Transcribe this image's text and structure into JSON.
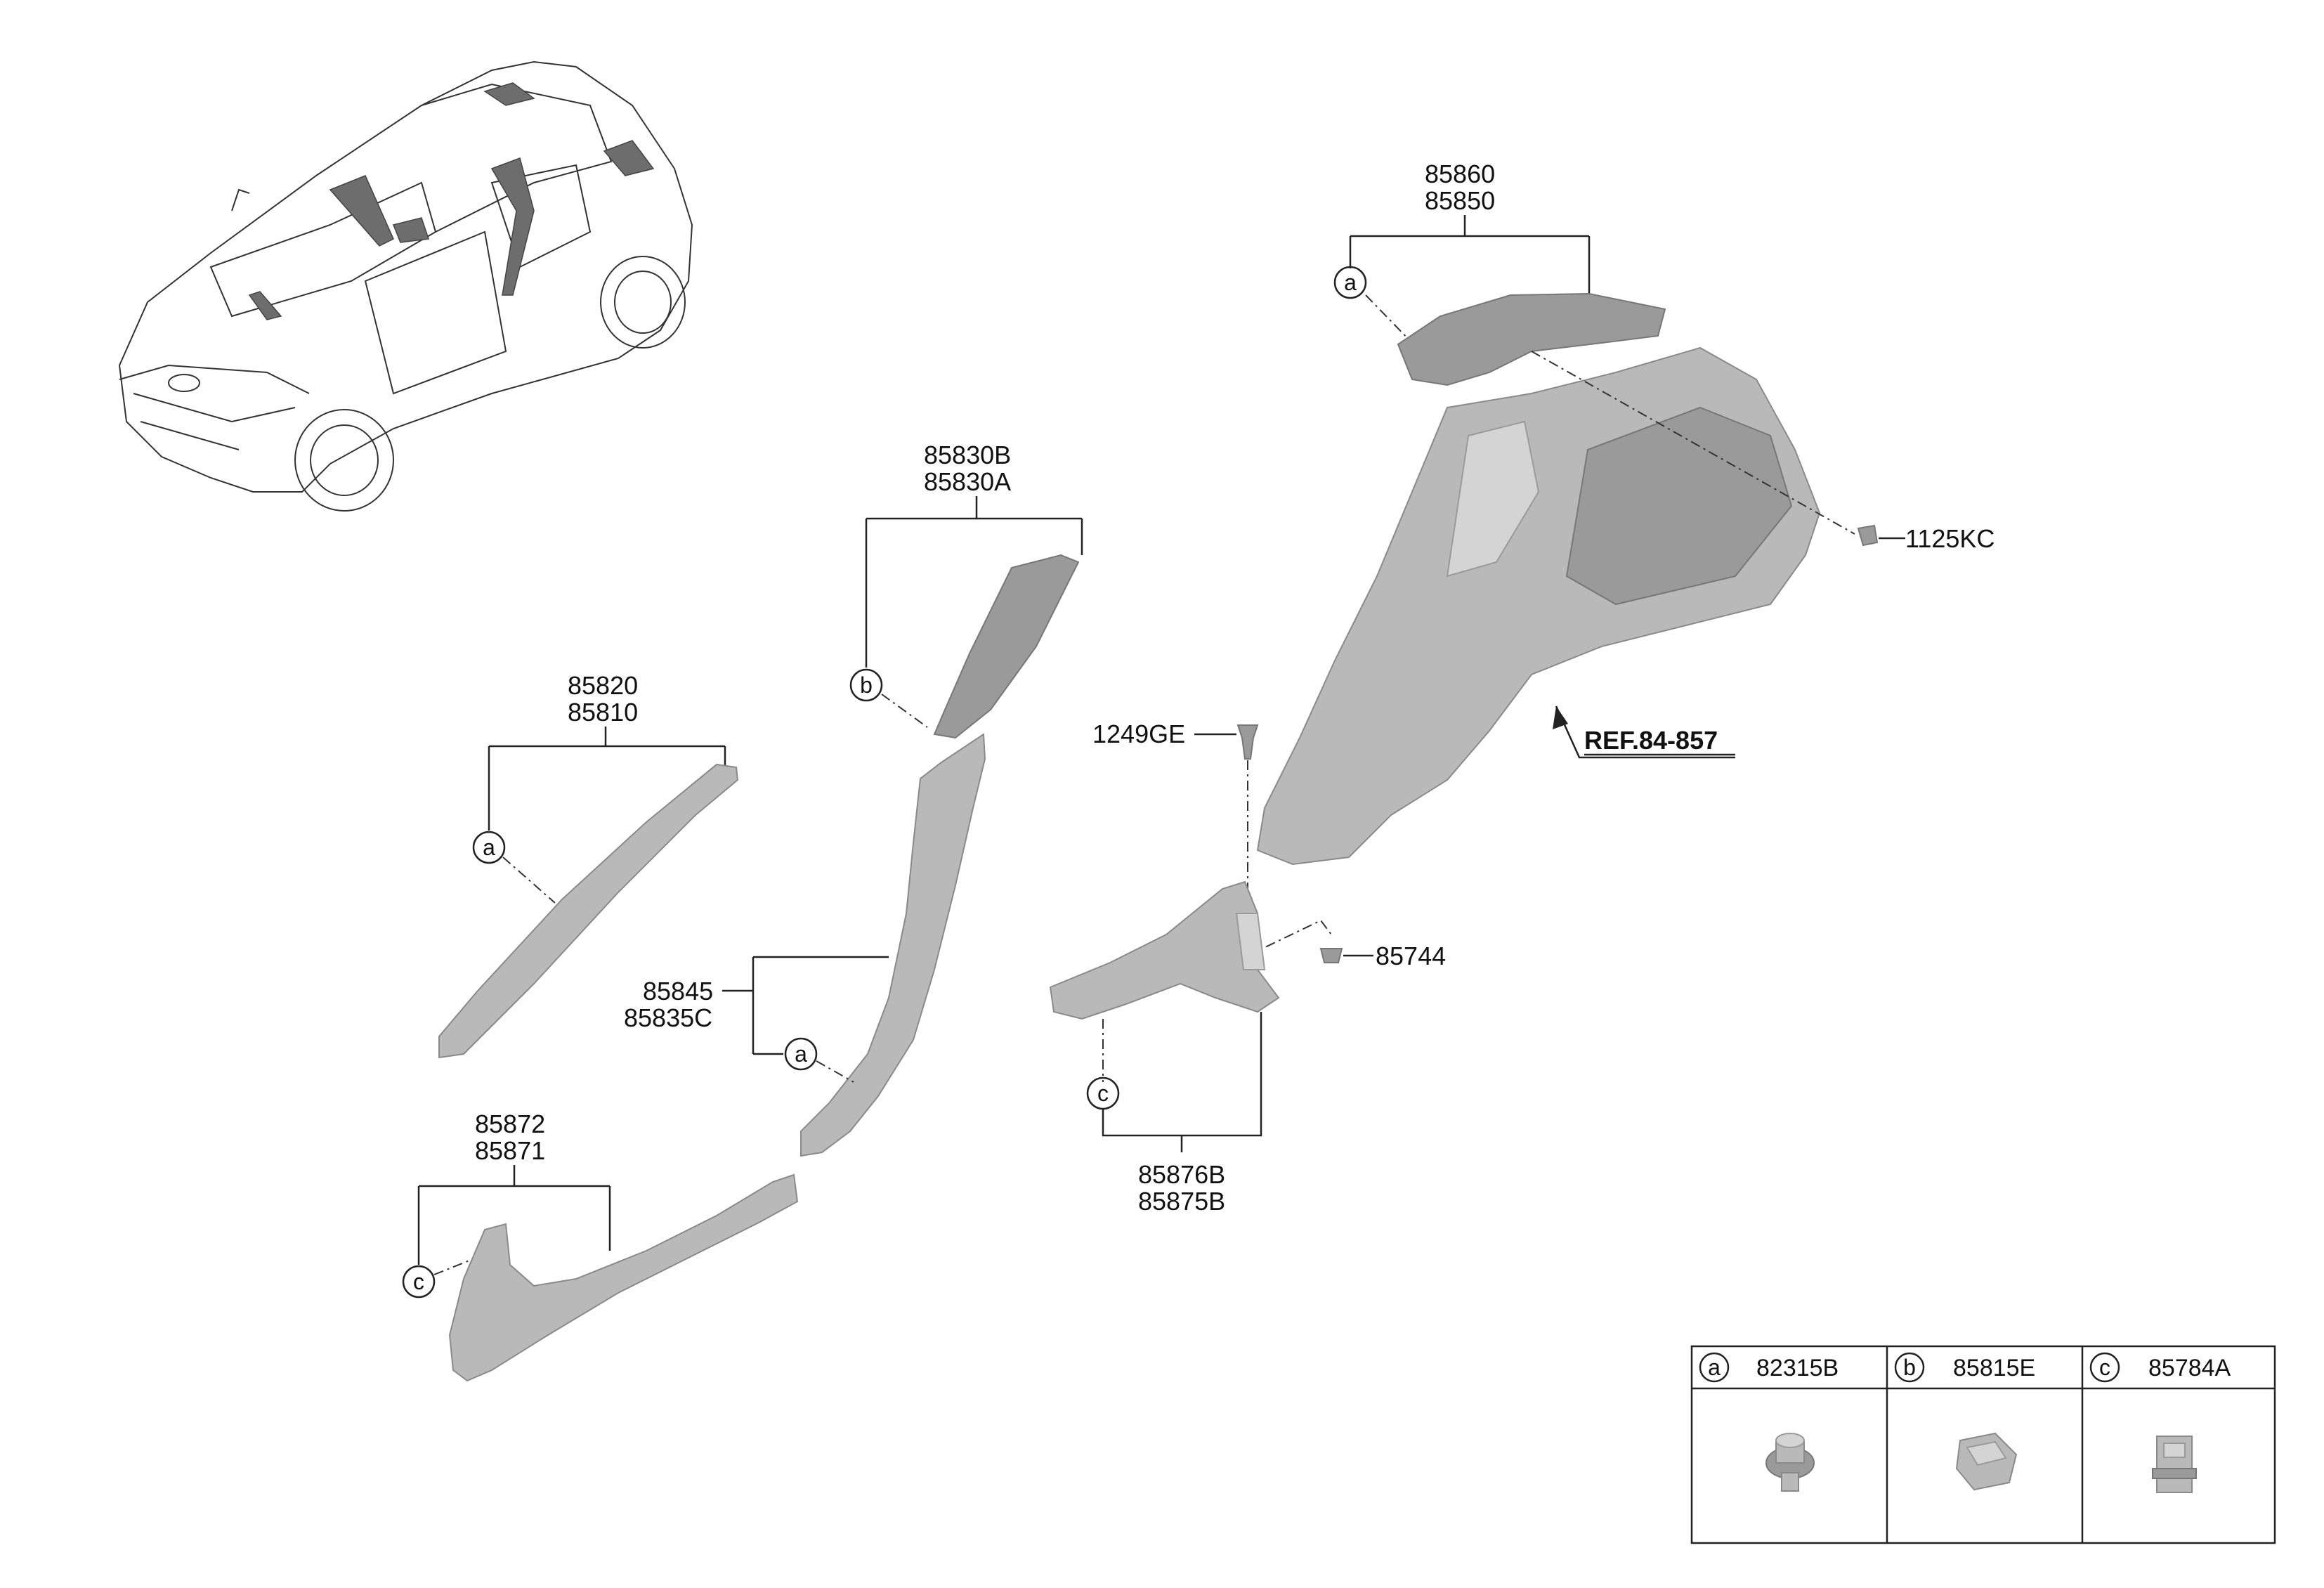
{
  "parts": {
    "p85860": "85860",
    "p85850": "85850",
    "p1125KC": "1125KC",
    "pREF": "REF.84-857",
    "p85830B": "85830B",
    "p85830A": "85830A",
    "p85820": "85820",
    "p85810": "85810",
    "p1249GE": "1249GE",
    "p85744": "85744",
    "p85845": "85845",
    "p85835C": "85835C",
    "p85872": "85872",
    "p85871": "85871",
    "p85876B": "85876B",
    "p85875B": "85875B"
  },
  "callouts": {
    "a": "a",
    "b": "b",
    "c": "c"
  },
  "legend": [
    {
      "key": "a",
      "part": "82315B"
    },
    {
      "key": "b",
      "part": "85815E"
    },
    {
      "key": "c",
      "part": "85784A"
    }
  ]
}
